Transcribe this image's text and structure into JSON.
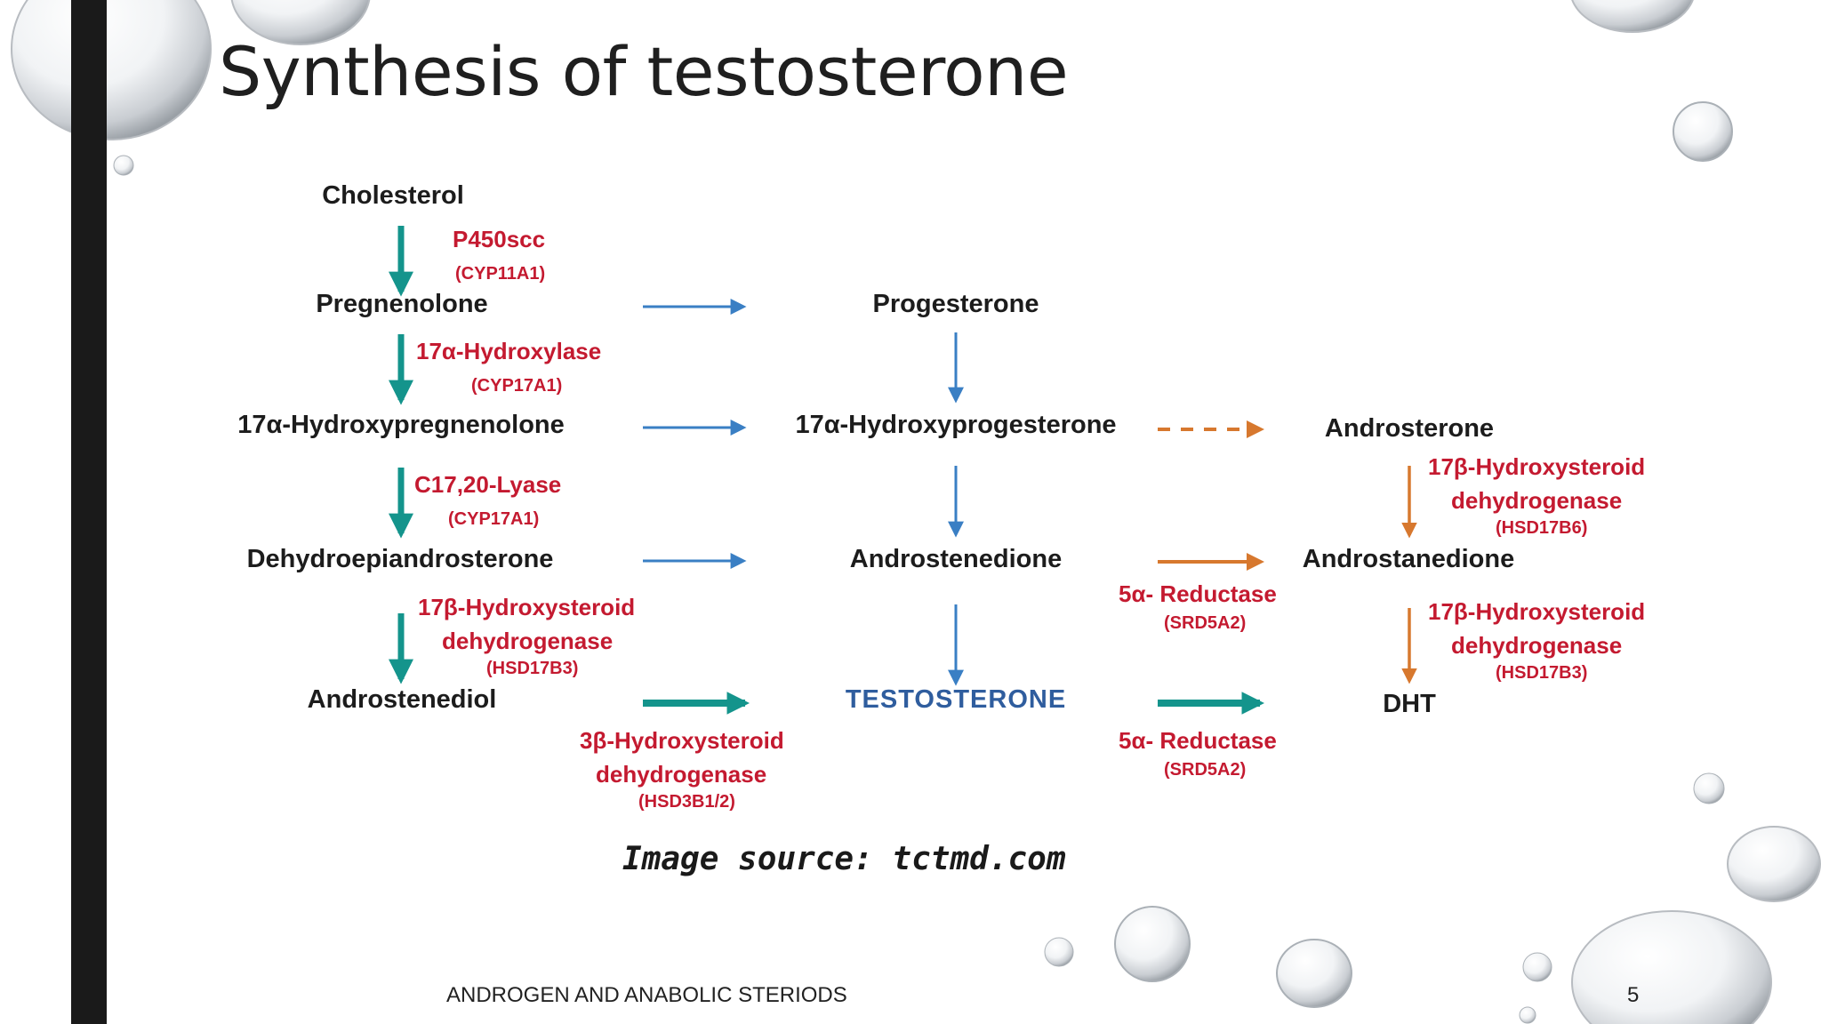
{
  "slide": {
    "title": "Synthesis of testosterone",
    "source": "Image source: tctmd.com",
    "footer": "ANDROGEN AND ANABOLIC STERIODS",
    "page_number": "5"
  },
  "diagram": {
    "compounds": {
      "cholesterol": "Cholesterol",
      "pregnenolone": "Pregnenolone",
      "progesterone": "Progesterone",
      "hydroxypregnenolone": "17α-Hydroxypregnenolone",
      "hydroxyprogesterone": "17α-Hydroxyprogesterone",
      "androsterone": "Androsterone",
      "dhea": "Dehydroepiandrosterone",
      "androstenedione": "Androstenedione",
      "androstanedione": "Androstanedione",
      "androstenediol": "Androstenediol",
      "testosterone": "TESTOSTERONE",
      "dht": "DHT"
    },
    "enzymes": {
      "p450scc": {
        "name": "P450scc",
        "gene": "(CYP11A1)"
      },
      "hydroxylase": {
        "name": "17α-Hydroxylase",
        "gene": "(CYP17A1)"
      },
      "lyase": {
        "name": "C17,20-Lyase",
        "gene": "(CYP17A1)"
      },
      "hsd17b3_left": {
        "name_line1": "17β-Hydroxysteroid",
        "name_line2": "dehydrogenase",
        "gene": "(HSD17B3)"
      },
      "hsd3b": {
        "name_line1": "3β-Hydroxysteroid",
        "name_line2": "dehydrogenase",
        "gene": "(HSD3B1/2)"
      },
      "reductase_top": {
        "name": "5α- Reductase",
        "gene": "(SRD5A2)"
      },
      "reductase_bottom": {
        "name": "5α- Reductase",
        "gene": "(SRD5A2)"
      },
      "hsd17b6": {
        "name_line1": "17β-Hydroxysteroid",
        "name_line2": "dehydrogenase",
        "gene": "(HSD17B6)"
      },
      "hsd17b3_right": {
        "name_line1": "17β-Hydroxysteroid",
        "name_line2": "dehydrogenase",
        "gene": "(HSD17B3)"
      }
    },
    "colors": {
      "teal_arrow": "#14948c",
      "blue_arrow": "#3a7fc4",
      "orange_arrow": "#d7782e",
      "enzyme_text": "#c41a30",
      "testosterone_text": "#2f5d9e"
    }
  }
}
